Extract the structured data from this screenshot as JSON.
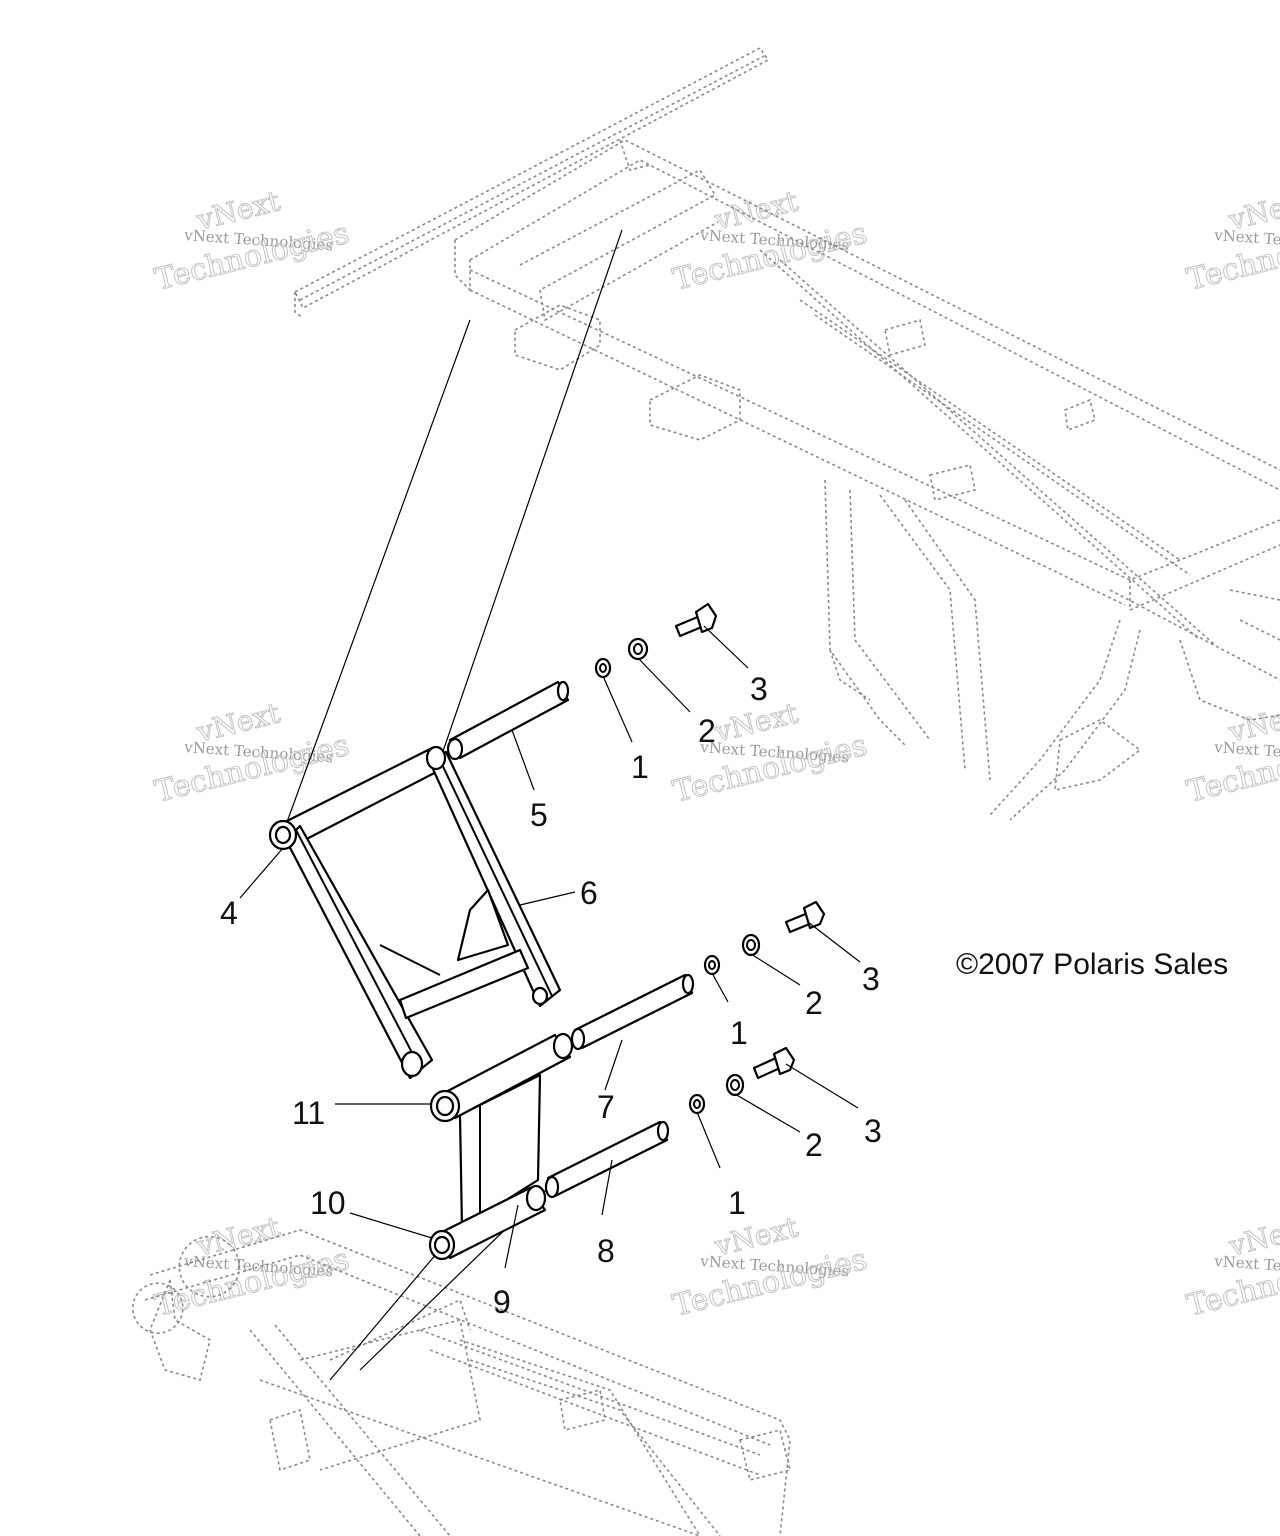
{
  "diagram": {
    "copyright": "©2007 Polaris Sales",
    "watermark": {
      "line1": "vNext",
      "line2": "Technologies",
      "small": "vNext Technologies"
    },
    "callouts": {
      "c1a": "1",
      "c1b": "1",
      "c1c": "1",
      "c2a": "2",
      "c2b": "2",
      "c2c": "2",
      "c3a": "3",
      "c3b": "3",
      "c3c": "3",
      "c4": "4",
      "c5": "5",
      "c6": "6",
      "c7": "7",
      "c8": "8",
      "c9": "9",
      "c10": "10",
      "c11": "11"
    }
  }
}
